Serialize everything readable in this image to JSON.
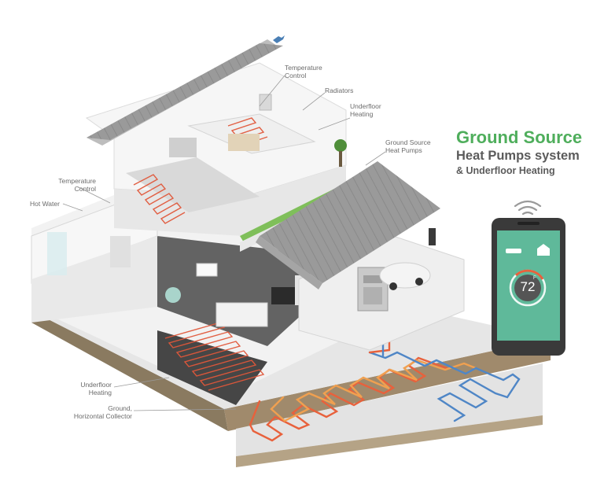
{
  "title": {
    "main": "Ground Source",
    "sub": "Heat Pumps system",
    "sub2": "& Underfloor Heating"
  },
  "callouts": {
    "temperature_control_top": "Temperature\nControl",
    "radiators": "Radiators",
    "underfloor_heating_top": "Underfloor\nHeating",
    "ground_source_heat_pumps": "Ground Source\nHeat Pumps",
    "temperature_control_left": "Temperature\nControl",
    "hot_water": "Hot Water",
    "underfloor_heating_bottom": "Underfloor\nHeating",
    "ground_horizontal_collector": "Ground,\nHorizontal Collector"
  },
  "phone": {
    "temperature": "72",
    "unit": "F",
    "icons": [
      "wifi-icon",
      "car-icon",
      "home-thermometer-icon",
      "thermostat-dial-icon"
    ]
  },
  "colors": {
    "title_green": "#4fae5c",
    "title_gray": "#5b5b5b",
    "pipe_red": "#e8613c",
    "pipe_orange": "#f0a050",
    "pipe_blue": "#4f86c6",
    "phone_screen": "#5fb99a"
  }
}
